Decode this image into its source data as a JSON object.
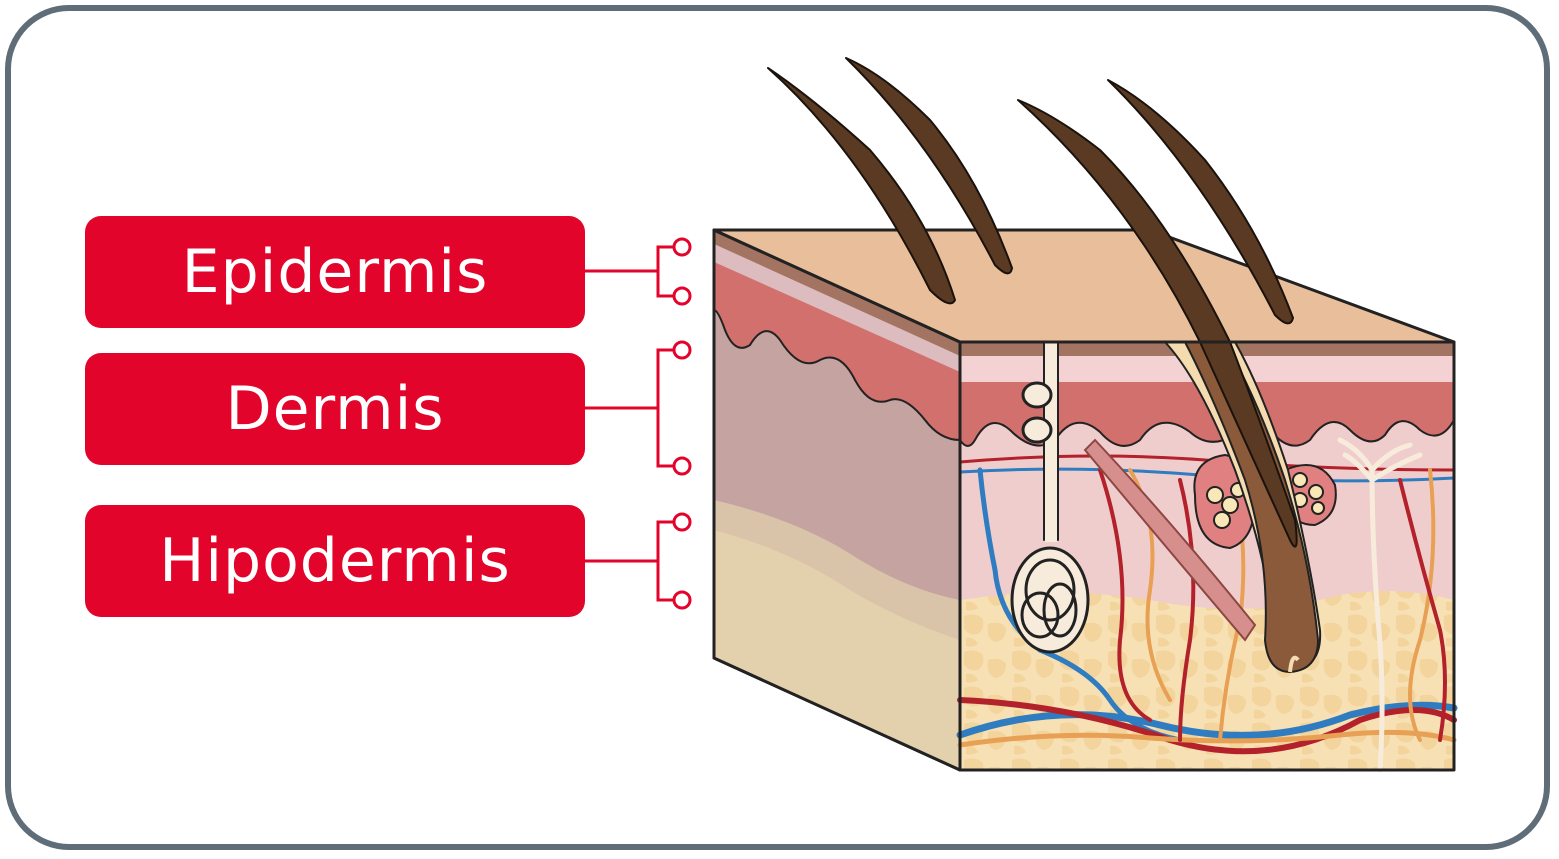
{
  "labels": {
    "epidermis": "Epidermis",
    "dermis": "Dermis",
    "hipodermis": "Hipodermis"
  },
  "colors": {
    "label_bg": "#e2042a",
    "label_text": "#ffffff",
    "connector": "#e2042a",
    "frame_border": "#5f6d79",
    "skin_surface": "#e9bf9b",
    "epidermis_layer": "#d9706c",
    "dermis_layer": "#f0cdcd",
    "hypodermis_fat": "#f7e1b4",
    "hair": "#5b3a23",
    "artery": "#b3212b",
    "vein": "#2f7cc0",
    "nerve": "#e8a055"
  }
}
